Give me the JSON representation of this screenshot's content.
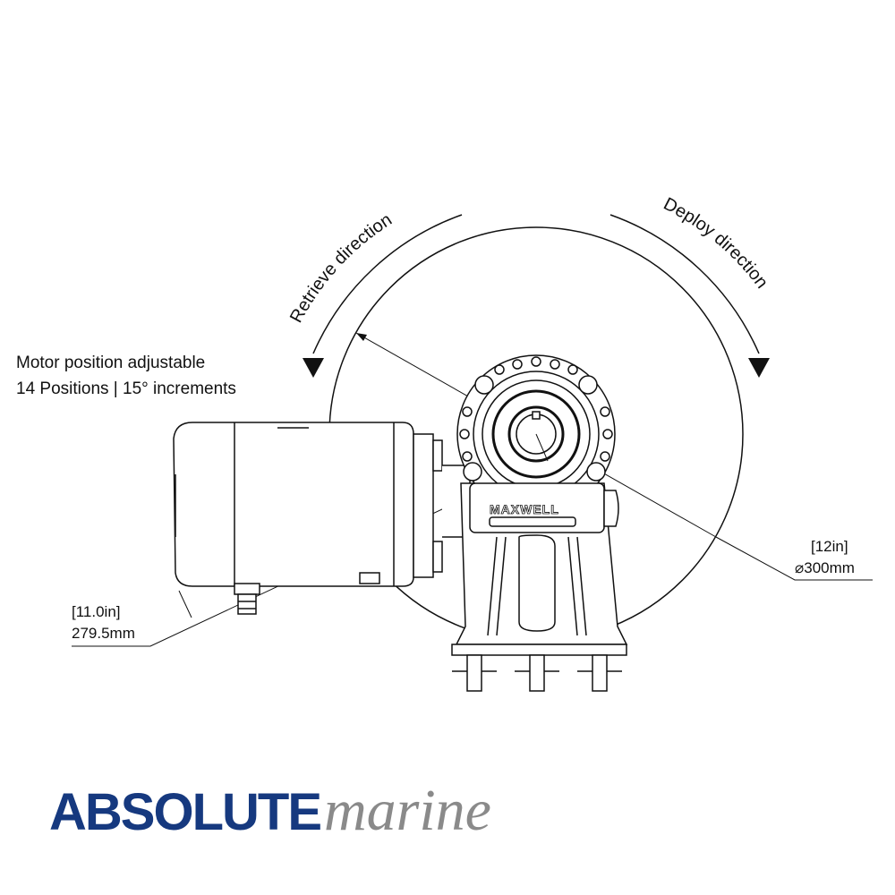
{
  "annotations": {
    "retrieve": "Retrieve direction",
    "deploy": "Deploy direction",
    "motor_line1": "Motor position adjustable",
    "motor_line2": "14 Positions | 15° increments"
  },
  "dimensions": {
    "diameter_in": "[12in]",
    "diameter_mm": "⌀300mm",
    "length_in": "[11.0in]",
    "length_mm": "279.5mm"
  },
  "product_brand": "MAXWELL",
  "logo": {
    "bold": "ABSOLUTE",
    "script": "marine",
    "bold_color": "#16397f",
    "script_color": "#8a8a8a"
  }
}
